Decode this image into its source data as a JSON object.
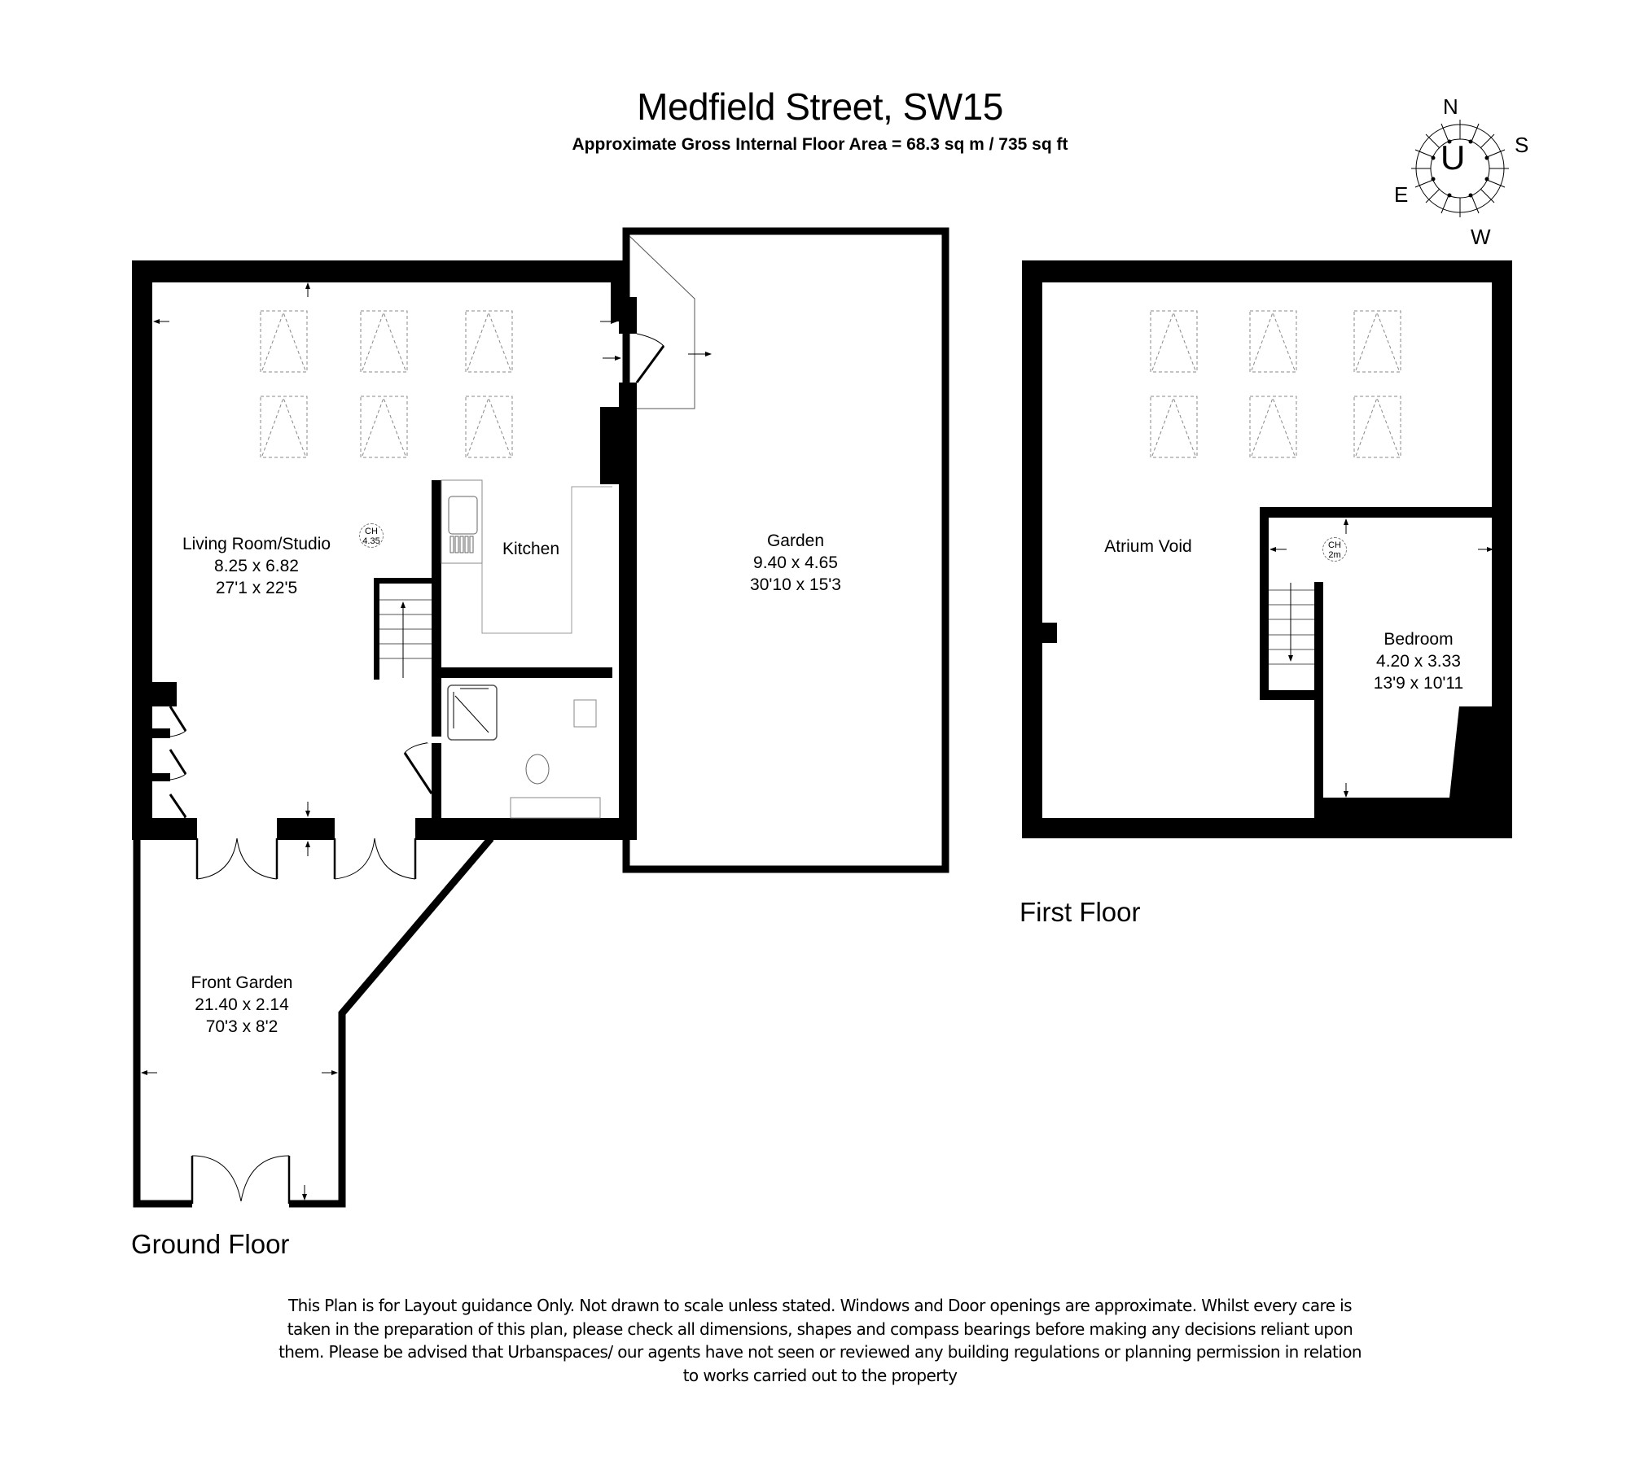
{
  "header": {
    "title": "Medfield Street, SW15",
    "subtitle": "Approximate Gross Internal Floor Area  = 68.3 sq m / 735 sq ft"
  },
  "compass": {
    "center_letter": "U",
    "n": "N",
    "s": "S",
    "e": "E",
    "w": "W"
  },
  "ground_floor": {
    "label": "Ground Floor",
    "rooms": [
      {
        "name": "Living Room/Studio",
        "metric": "8.25 x 6.82",
        "imperial": "27'1 x 22'5"
      },
      {
        "name": "Kitchen"
      },
      {
        "name": "Garden",
        "metric": "9.40 x 4.65",
        "imperial": "30'10 x 15'3"
      },
      {
        "name": "Front Garden",
        "metric": "21.40 x 2.14",
        "imperial": "70'3 x 8'2"
      }
    ],
    "ceiling_height": {
      "label": "CH",
      "value": "4.35"
    }
  },
  "first_floor": {
    "label": "First Floor",
    "rooms": [
      {
        "name": "Atrium Void"
      },
      {
        "name": "Bedroom",
        "metric": "4.20 x 3.33",
        "imperial": "13'9 x 10'11"
      }
    ],
    "ceiling_height": {
      "label": "CH",
      "value": "2m"
    }
  },
  "disclaimer": {
    "lines": [
      "This Plan is for Layout guidance Only. Not drawn to scale unless stated. Windows and Door openings are approximate. Whilst every care is",
      "taken in the preparation of this plan, please check all dimensions, shapes and compass bearings before making any decisions reliant upon",
      "them. Please be advised that Urbanspaces/ our agents have not seen or reviewed any building regulations or planning permission in relation",
      "to works carried out to the property"
    ]
  }
}
